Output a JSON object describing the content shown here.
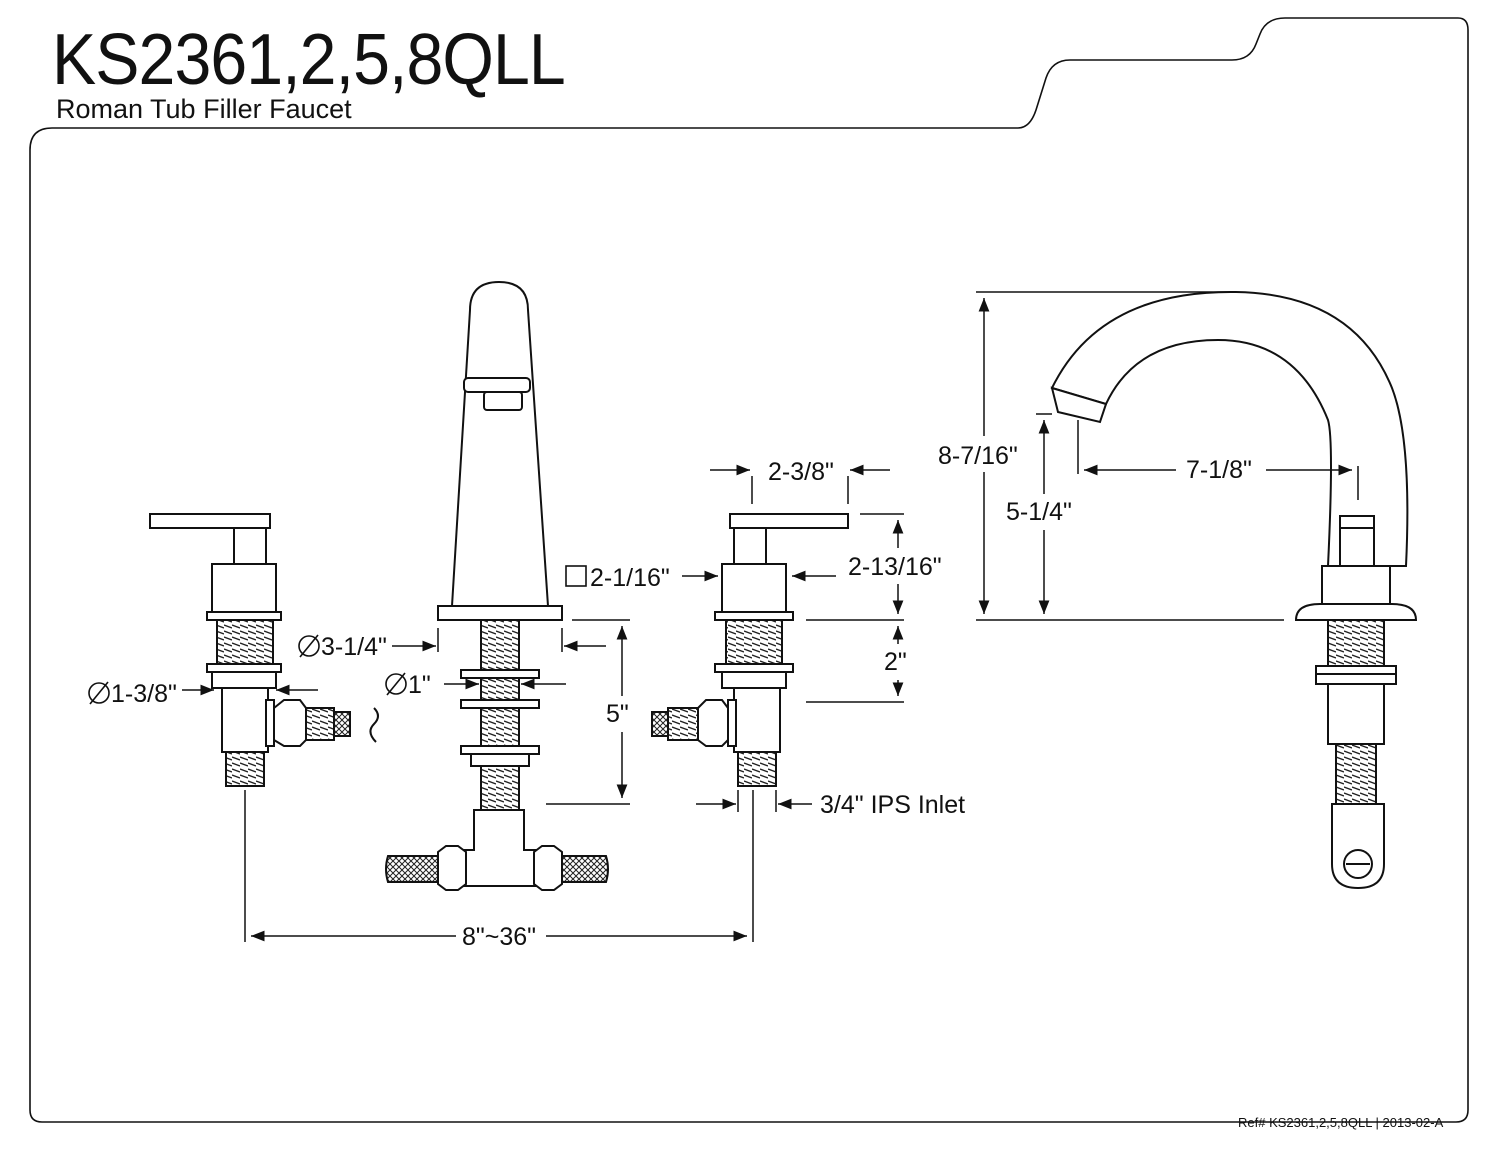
{
  "header": {
    "model": "KS2361,2,5,8QLL",
    "product_name": "Roman Tub Filler Faucet"
  },
  "dimensions": {
    "handle_width": "2-3/8\"",
    "handle_base_square": "2-1/16\"",
    "handle_height": "2-13/16\"",
    "spout_base_diameter": "3-1/4\"",
    "shank_diameter": "1\"",
    "valve_diameter": "1-3/8\"",
    "shank_length": "5\"",
    "thread_length": "2\"",
    "inlet": "3/4\" IPS Inlet",
    "spread": "8\"~36\"",
    "overall_height": "8-7/16\"",
    "spout_height": "5-1/4\"",
    "spout_reach": "7-1/8\""
  },
  "footer": {
    "reference": "Ref# KS2361,2,5,8QLL | 2013-02-A"
  },
  "colors": {
    "line": "#111111",
    "background": "#ffffff"
  }
}
